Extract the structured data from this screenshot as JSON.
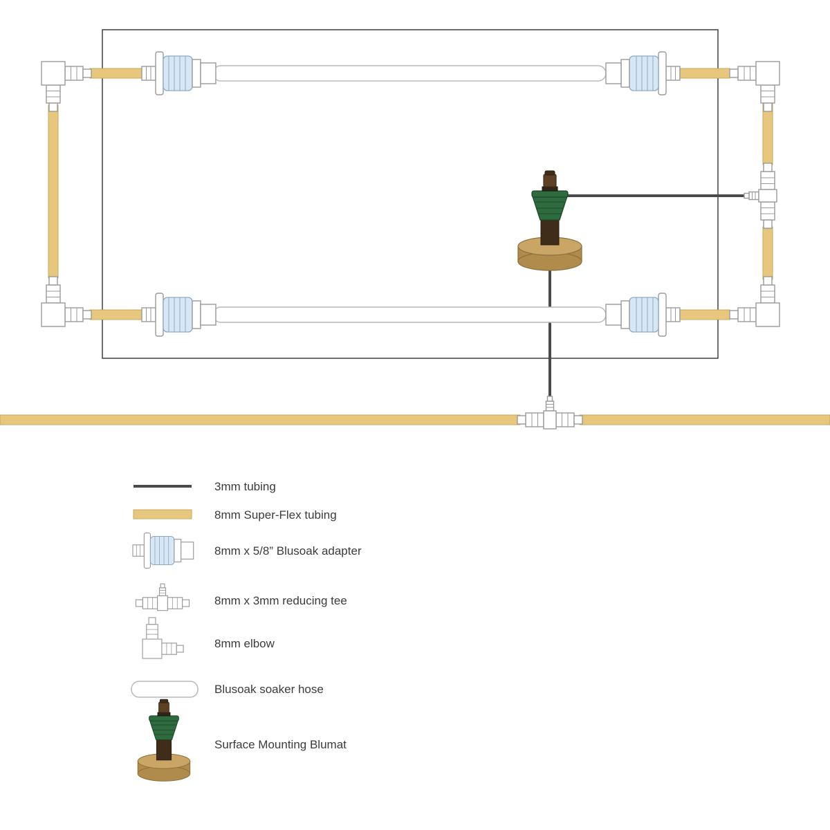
{
  "legend": {
    "items": [
      {
        "label": "3mm tubing"
      },
      {
        "label": "8mm Super-Flex tubing"
      },
      {
        "label": "8mm x 5/8” Blusoak adapter"
      },
      {
        "label": "8mm x 3mm reducing tee"
      },
      {
        "label": "8mm elbow"
      },
      {
        "label": "Blusoak soaker hose"
      },
      {
        "label": "Surface Mounting Blumat"
      }
    ]
  },
  "colors": {
    "tube-tan": "#e6c77d",
    "tube-tan-stroke": "#caa957",
    "line-dark": "#4a4a4a",
    "fitting-stroke": "#9a9a9a",
    "hose-stroke": "#b9b9b9",
    "adapter-blue": "#d7e7f6",
    "adapter-blue-stroke": "#8fa9c4",
    "blumat-green": "#2e6b3e",
    "blumat-green-dark": "#1d4a29",
    "blumat-brown": "#5e4124",
    "blumat-brown-dark": "#3f2d1a",
    "blumat-base": "#c9a566",
    "blumat-base-dark": "#b08c4c",
    "bed-stroke": "#4a4a4a",
    "text": "#3b3b3b"
  }
}
